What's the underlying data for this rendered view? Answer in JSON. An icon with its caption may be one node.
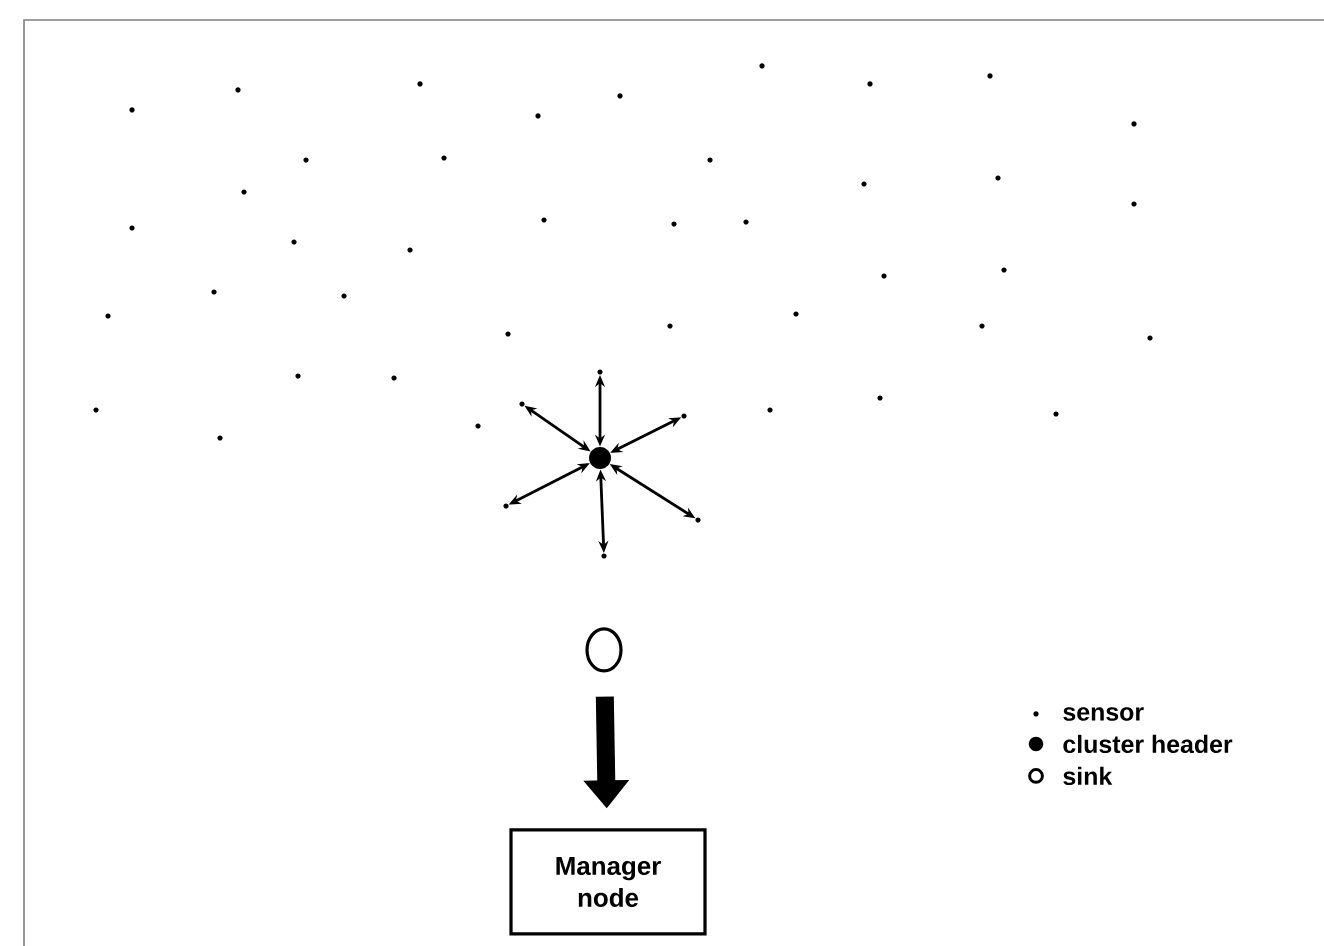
{
  "diagram": {
    "nodes": [
      {
        "text": [],
        "shape": "circle"
      },
      {
        "text": [],
        "shape": "circle"
      },
      {
        "text": [],
        "shape": "circle"
      },
      {
        "text": [],
        "shape": "circle"
      },
      {
        "text": [],
        "shape": "circle"
      },
      {
        "text": [],
        "shape": "circle"
      },
      {
        "text": [],
        "shape": "circle"
      },
      {
        "text": [],
        "shape": "circle"
      },
      {
        "text": [
          "Manager node"
        ]
      }
    ],
    "edges": [
      {
        "from": 0,
        "to": 1,
        "arrow": "both"
      },
      {
        "from": 0,
        "to": 2,
        "arrow": "both"
      },
      {
        "from": 0,
        "to": 3,
        "arrow": "both"
      },
      {
        "from": 0,
        "to": 4,
        "arrow": "both"
      },
      {
        "from": 0,
        "to": 5,
        "arrow": "both"
      },
      {
        "from": 0,
        "to": 6,
        "arrow": "both"
      },
      {
        "from": 7,
        "to": 8,
        "arrow": "to",
        "style": "thick"
      }
    ],
    "legend": [
      {
        "text": "sensor"
      },
      {
        "text": "cluster header"
      },
      {
        "text": "sink"
      }
    ]
  }
}
